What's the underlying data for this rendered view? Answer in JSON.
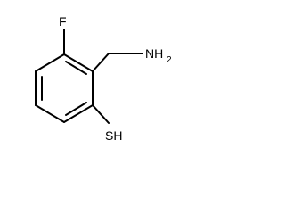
{
  "molecule": {
    "atoms": {
      "fluorine": "F",
      "amine": "NH",
      "amine_subscript": "2",
      "thiol": "SH"
    }
  }
}
